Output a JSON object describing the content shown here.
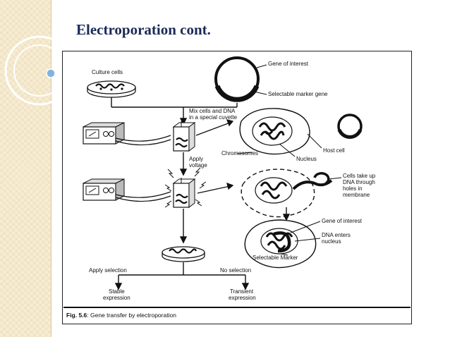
{
  "slide": {
    "title": "Electroporation cont."
  },
  "figure": {
    "labels": {
      "culture_cells": "Culture cells",
      "gene_of_interest_top": "Gene of interest",
      "selectable_marker_gene": "Selectable marker gene",
      "mix_line1": "Mix cells and DNA",
      "mix_line2": "in a special cuvette",
      "host_cell": "Host cell",
      "chromosomes": "Chromosomes",
      "nucleus": "Nucleus",
      "apply_voltage_line1": "Apply",
      "apply_voltage_line2": "voltage",
      "take_up_line1": "Cells take up",
      "take_up_line2": "DNA through",
      "take_up_line3": "holes in",
      "take_up_line4": "membrane",
      "gene_of_interest_bottom": "Gene of interest",
      "dna_enters_line1": "DNA enters",
      "dna_enters_line2": "nucleus",
      "selectable_marker": "Selectable Marker",
      "apply_selection": "Apply selection",
      "no_selection": "No selection",
      "stable_line1": "Stable",
      "stable_line2": "expression",
      "transient_line1": "Transient",
      "transient_line2": "expression"
    },
    "caption": {
      "number": "Fig. 5.6",
      "text": ": Gene transfer by electroporation"
    }
  },
  "colors": {
    "title": "#1b2a57",
    "sidebar": "#f7ecd2",
    "accent_dot": "#7fb4e0"
  }
}
